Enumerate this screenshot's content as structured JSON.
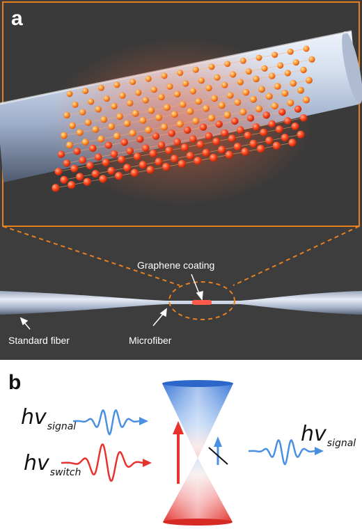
{
  "panel_a": {
    "letter": "a",
    "labels": {
      "graphene_coating": "Graphene coating",
      "standard_fiber": "Standard fiber",
      "microfiber": "Microfiber"
    }
  },
  "panel_b": {
    "letter": "b",
    "signal_in": {
      "main": "hv",
      "sub": "signal"
    },
    "switch": {
      "main": "hv",
      "sub": "switch"
    },
    "signal_out": {
      "main": "hv",
      "sub": "signal"
    }
  },
  "colors": {
    "frame_orange": "#e8801f",
    "background_dark": "#3d3d3d",
    "signal_blue": "#4a90e2",
    "switch_red": "#e8322d",
    "fiber_light": "#c5d2e6"
  },
  "icons": [
    "graphene-lattice",
    "wave-packet",
    "dirac-cone",
    "arrow"
  ]
}
